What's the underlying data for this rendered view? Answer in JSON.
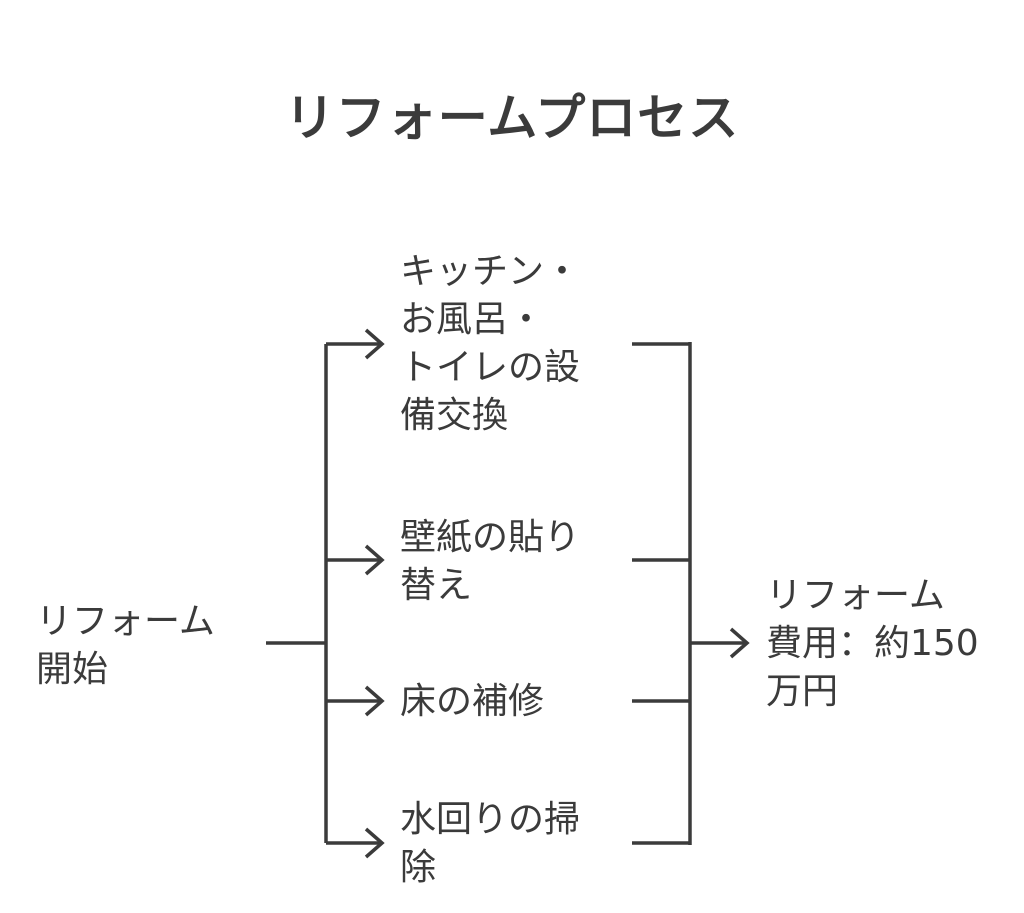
{
  "title": "リフォームプロセス",
  "start": {
    "lines": [
      "リフォーム",
      "開始"
    ]
  },
  "steps": [
    {
      "lines": [
        "キッチン・",
        "お風呂・",
        "トイレの設",
        "備交換"
      ]
    },
    {
      "lines": [
        "壁紙の貼り",
        "替え"
      ]
    },
    {
      "lines": [
        "床の補修"
      ]
    },
    {
      "lines": [
        "水回りの掃",
        "除"
      ]
    }
  ],
  "result": {
    "lines": [
      "リフォーム",
      "費用：約150",
      "万円"
    ]
  },
  "colors": {
    "line": "#3b3b3b",
    "text": "#3b3b3b",
    "background": "#ffffff"
  }
}
